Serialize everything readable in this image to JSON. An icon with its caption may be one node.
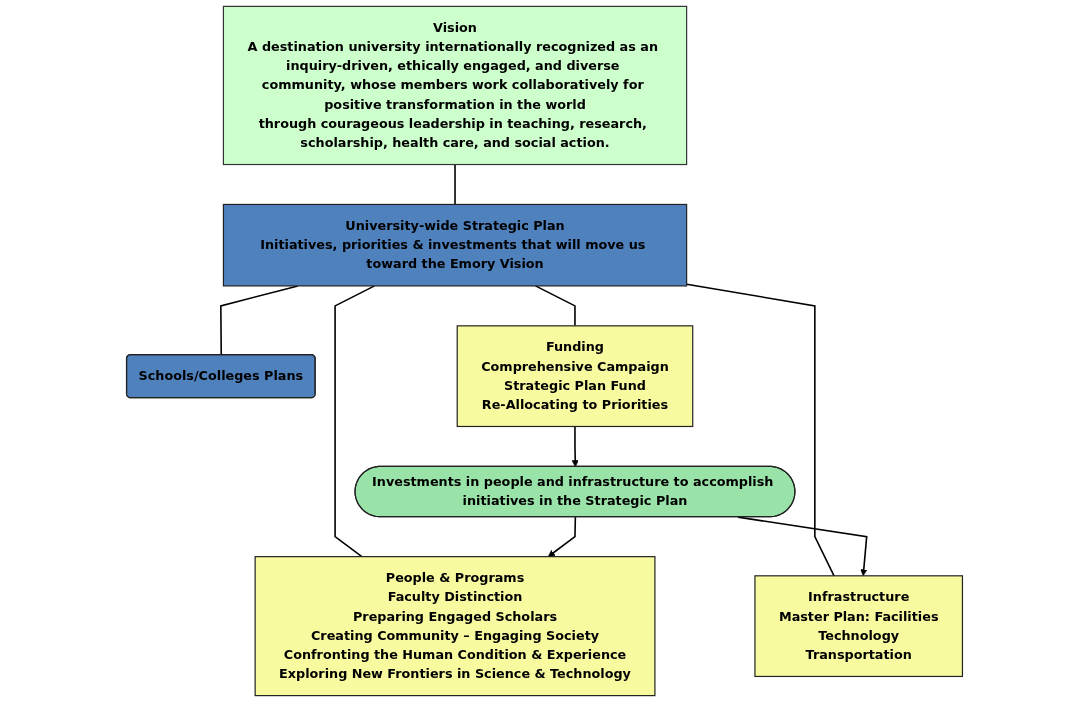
{
  "diagram": {
    "nodes": [
      {
        "text": [
          "Vision",
          "A destination university internationally recognized as an inquiry-driven, ethically engaged, and diverse community, whose members work collaboratively for positive transformation in the world",
          "through courageous leadership in teaching, research, scholarship, health care, and social action."
        ]
      },
      {
        "text": [
          "University-wide Strategic Plan",
          "Initiatives, priorities & investments that will move us toward the Emory Vision"
        ]
      },
      {
        "text": [
          "Schools/Colleges Plans"
        ]
      },
      {
        "text": [
          "People & Programs",
          "Faculty Distinction",
          "Preparing Engaged Scholars",
          "Creating Community – Engaging Society",
          "Confronting the Human Condition & Experience",
          "Exploring New Frontiers in Science & Technology"
        ]
      },
      {
        "text": [
          "Infrastructure",
          "Master Plan: Facilities",
          "Technology",
          "Transportation"
        ]
      },
      {
        "text": [
          "Funding",
          "Comprehensive Campaign",
          "Strategic Plan Fund",
          "Re-Allocating to Priorities"
        ]
      },
      {
        "text": [
          "Investments in people and infrastructure to accomplish initiatives in the Strategic Plan"
        ]
      }
    ],
    "edges": [
      {
        "from": 0,
        "to": 1,
        "arrow": "none"
      },
      {
        "from": 1,
        "to": 2,
        "arrow": "none"
      },
      {
        "from": 1,
        "to": 3,
        "arrow": "none"
      },
      {
        "from": 1,
        "to": 4,
        "arrow": "none"
      },
      {
        "from": 1,
        "to": 5,
        "arrow": "none"
      },
      {
        "from": 6,
        "to": 3,
        "arrow": "to"
      },
      {
        "from": 6,
        "to": 4,
        "arrow": "to"
      },
      {
        "from": 5,
        "to": 6,
        "arrow": "to"
      }
    ]
  }
}
